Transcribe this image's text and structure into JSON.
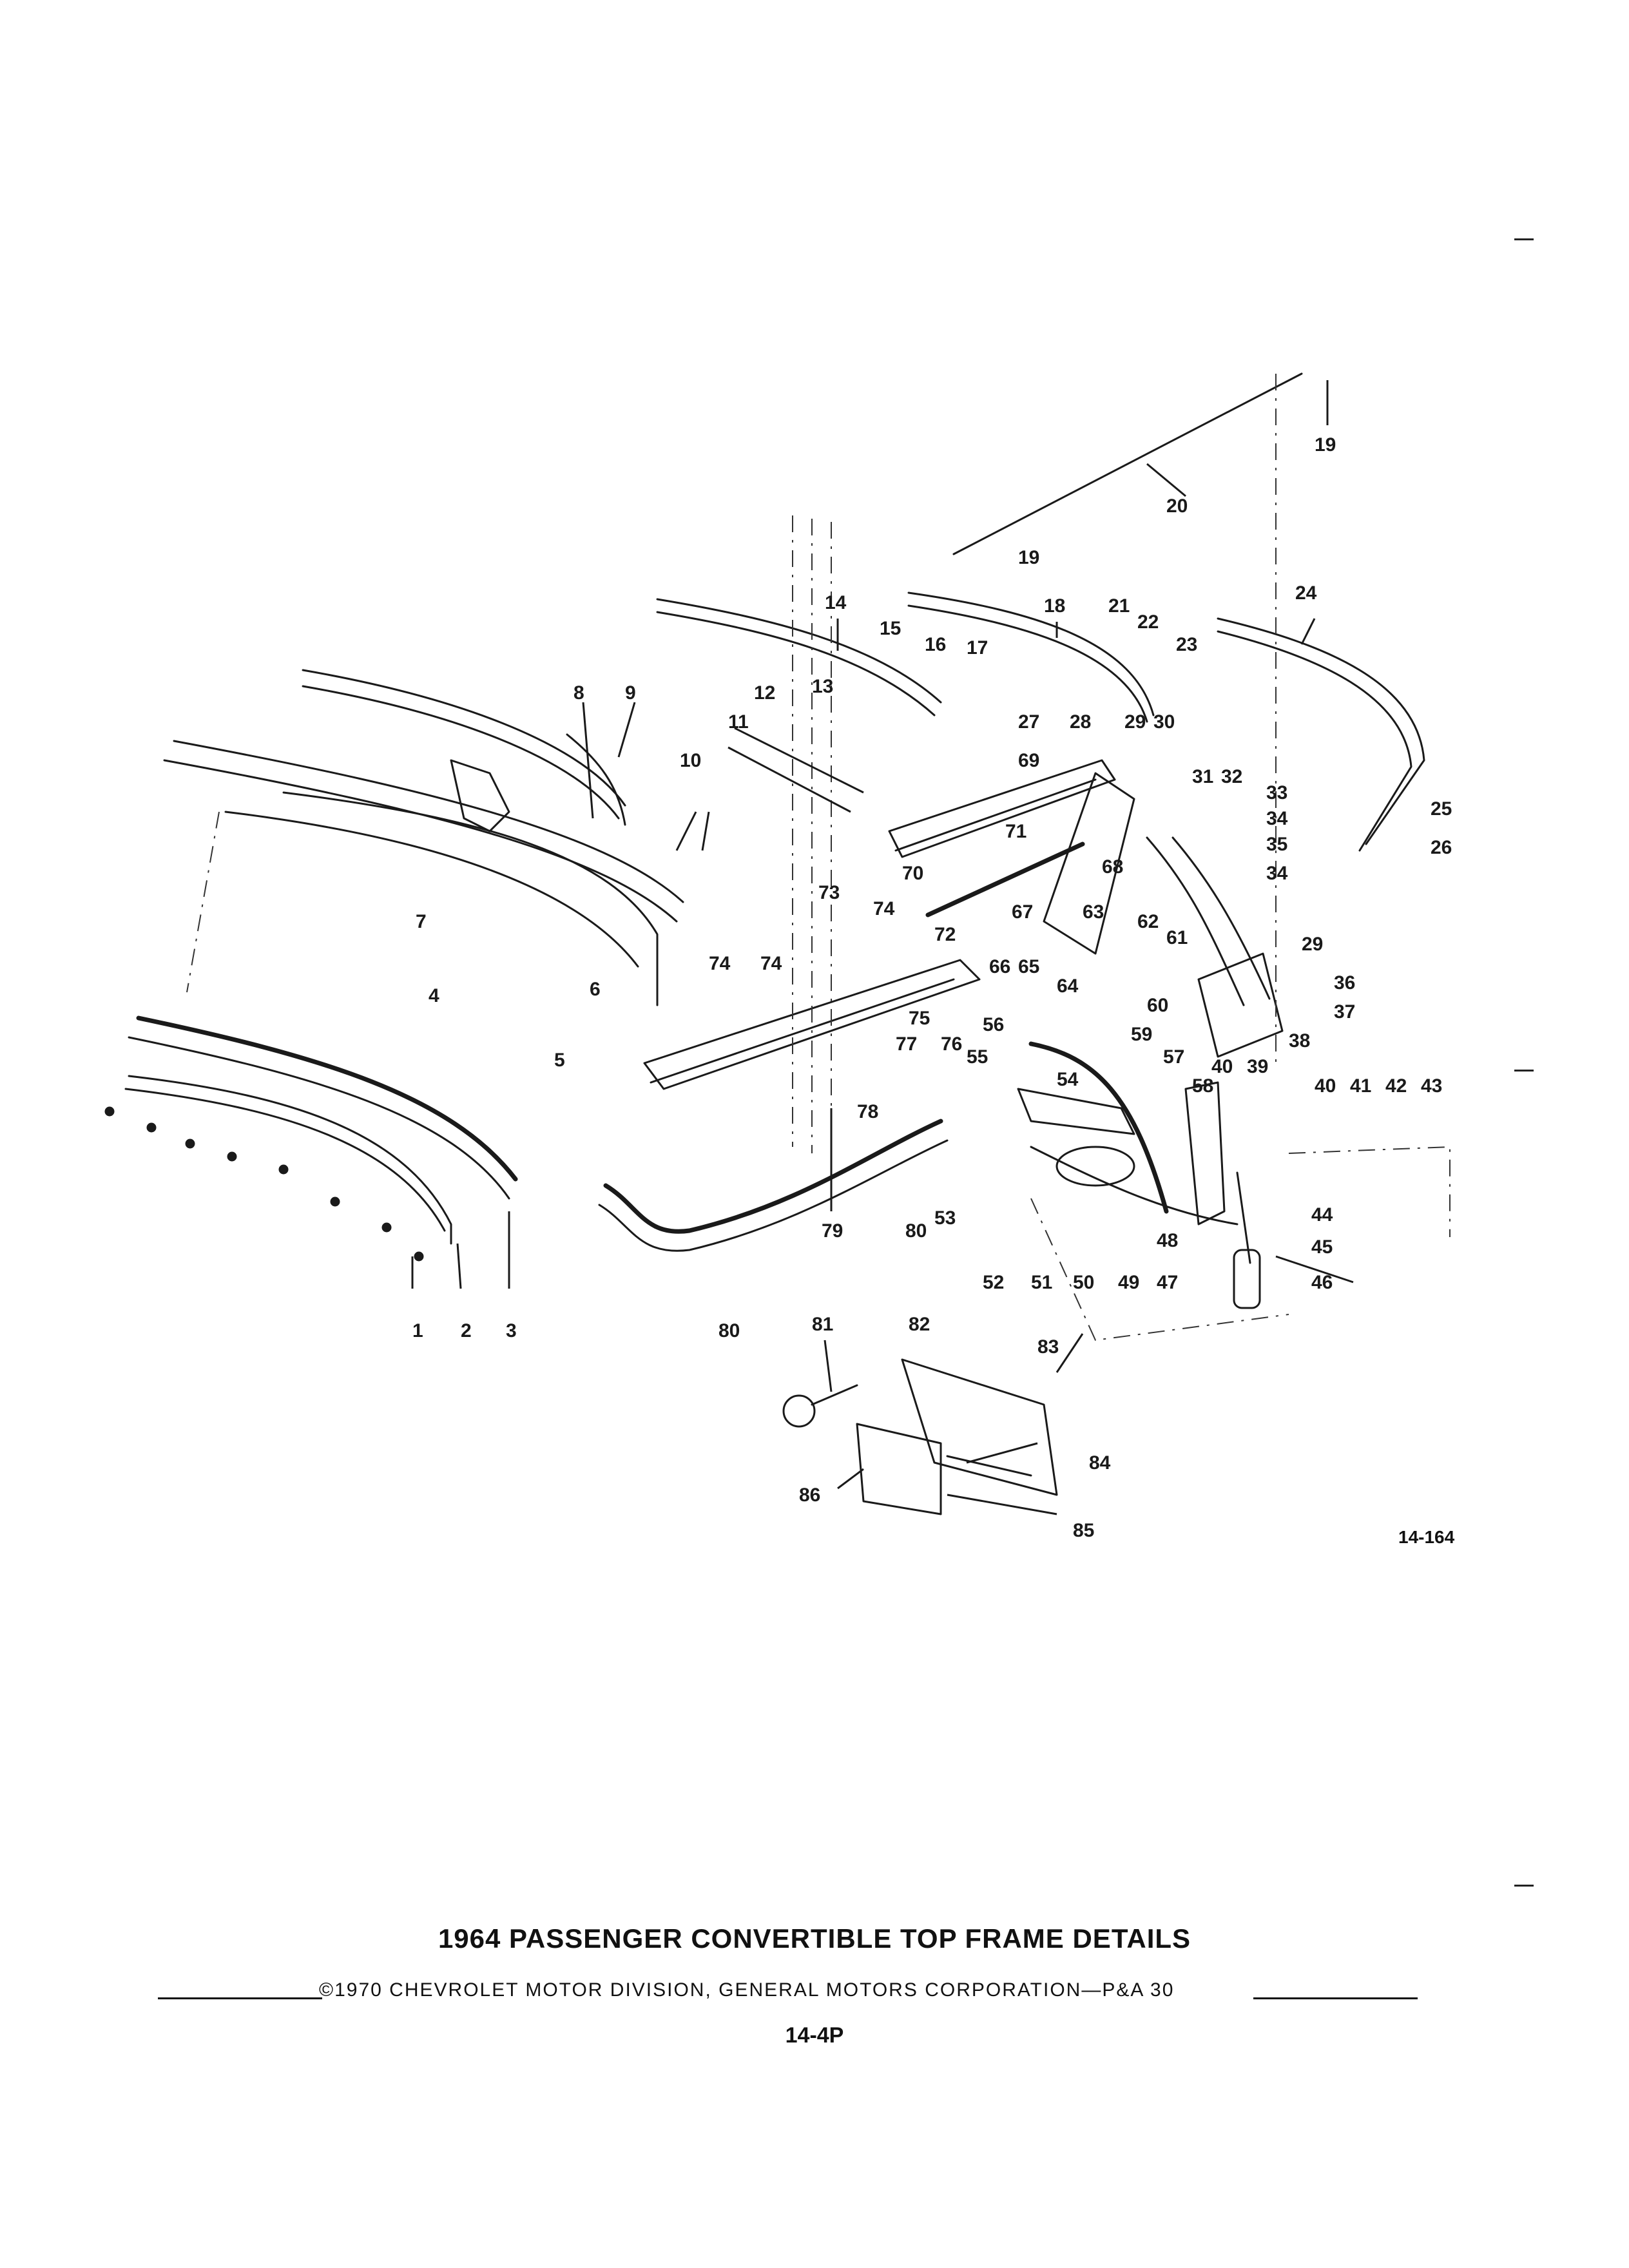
{
  "title": "1964 PASSENGER CONVERTIBLE TOP FRAME DETAILS",
  "copyright": "©1970 CHEVROLET MOTOR DIVISION, GENERAL MOTORS CORPORATION—P&A 30",
  "page_number": "14-4P",
  "figure_id": "14-164",
  "callouts": [
    "1",
    "2",
    "3",
    "4",
    "5",
    "6",
    "7",
    "8",
    "9",
    "10",
    "11",
    "12",
    "13",
    "14",
    "15",
    "16",
    "17",
    "18",
    "19",
    "19",
    "20",
    "21",
    "22",
    "23",
    "24",
    "25",
    "26",
    "27",
    "28",
    "29",
    "29",
    "30",
    "31",
    "32",
    "33",
    "34",
    "34",
    "35",
    "36",
    "37",
    "38",
    "39",
    "40",
    "40",
    "41",
    "42",
    "43",
    "44",
    "45",
    "46",
    "47",
    "48",
    "49",
    "50",
    "51",
    "52",
    "53",
    "54",
    "55",
    "56",
    "57",
    "58",
    "59",
    "60",
    "61",
    "62",
    "63",
    "64",
    "65",
    "66",
    "67",
    "68",
    "69",
    "70",
    "71",
    "72",
    "73",
    "74",
    "74",
    "74",
    "75",
    "76",
    "77",
    "78",
    "79",
    "80",
    "80",
    "81",
    "82",
    "83",
    "84",
    "85",
    "86"
  ]
}
